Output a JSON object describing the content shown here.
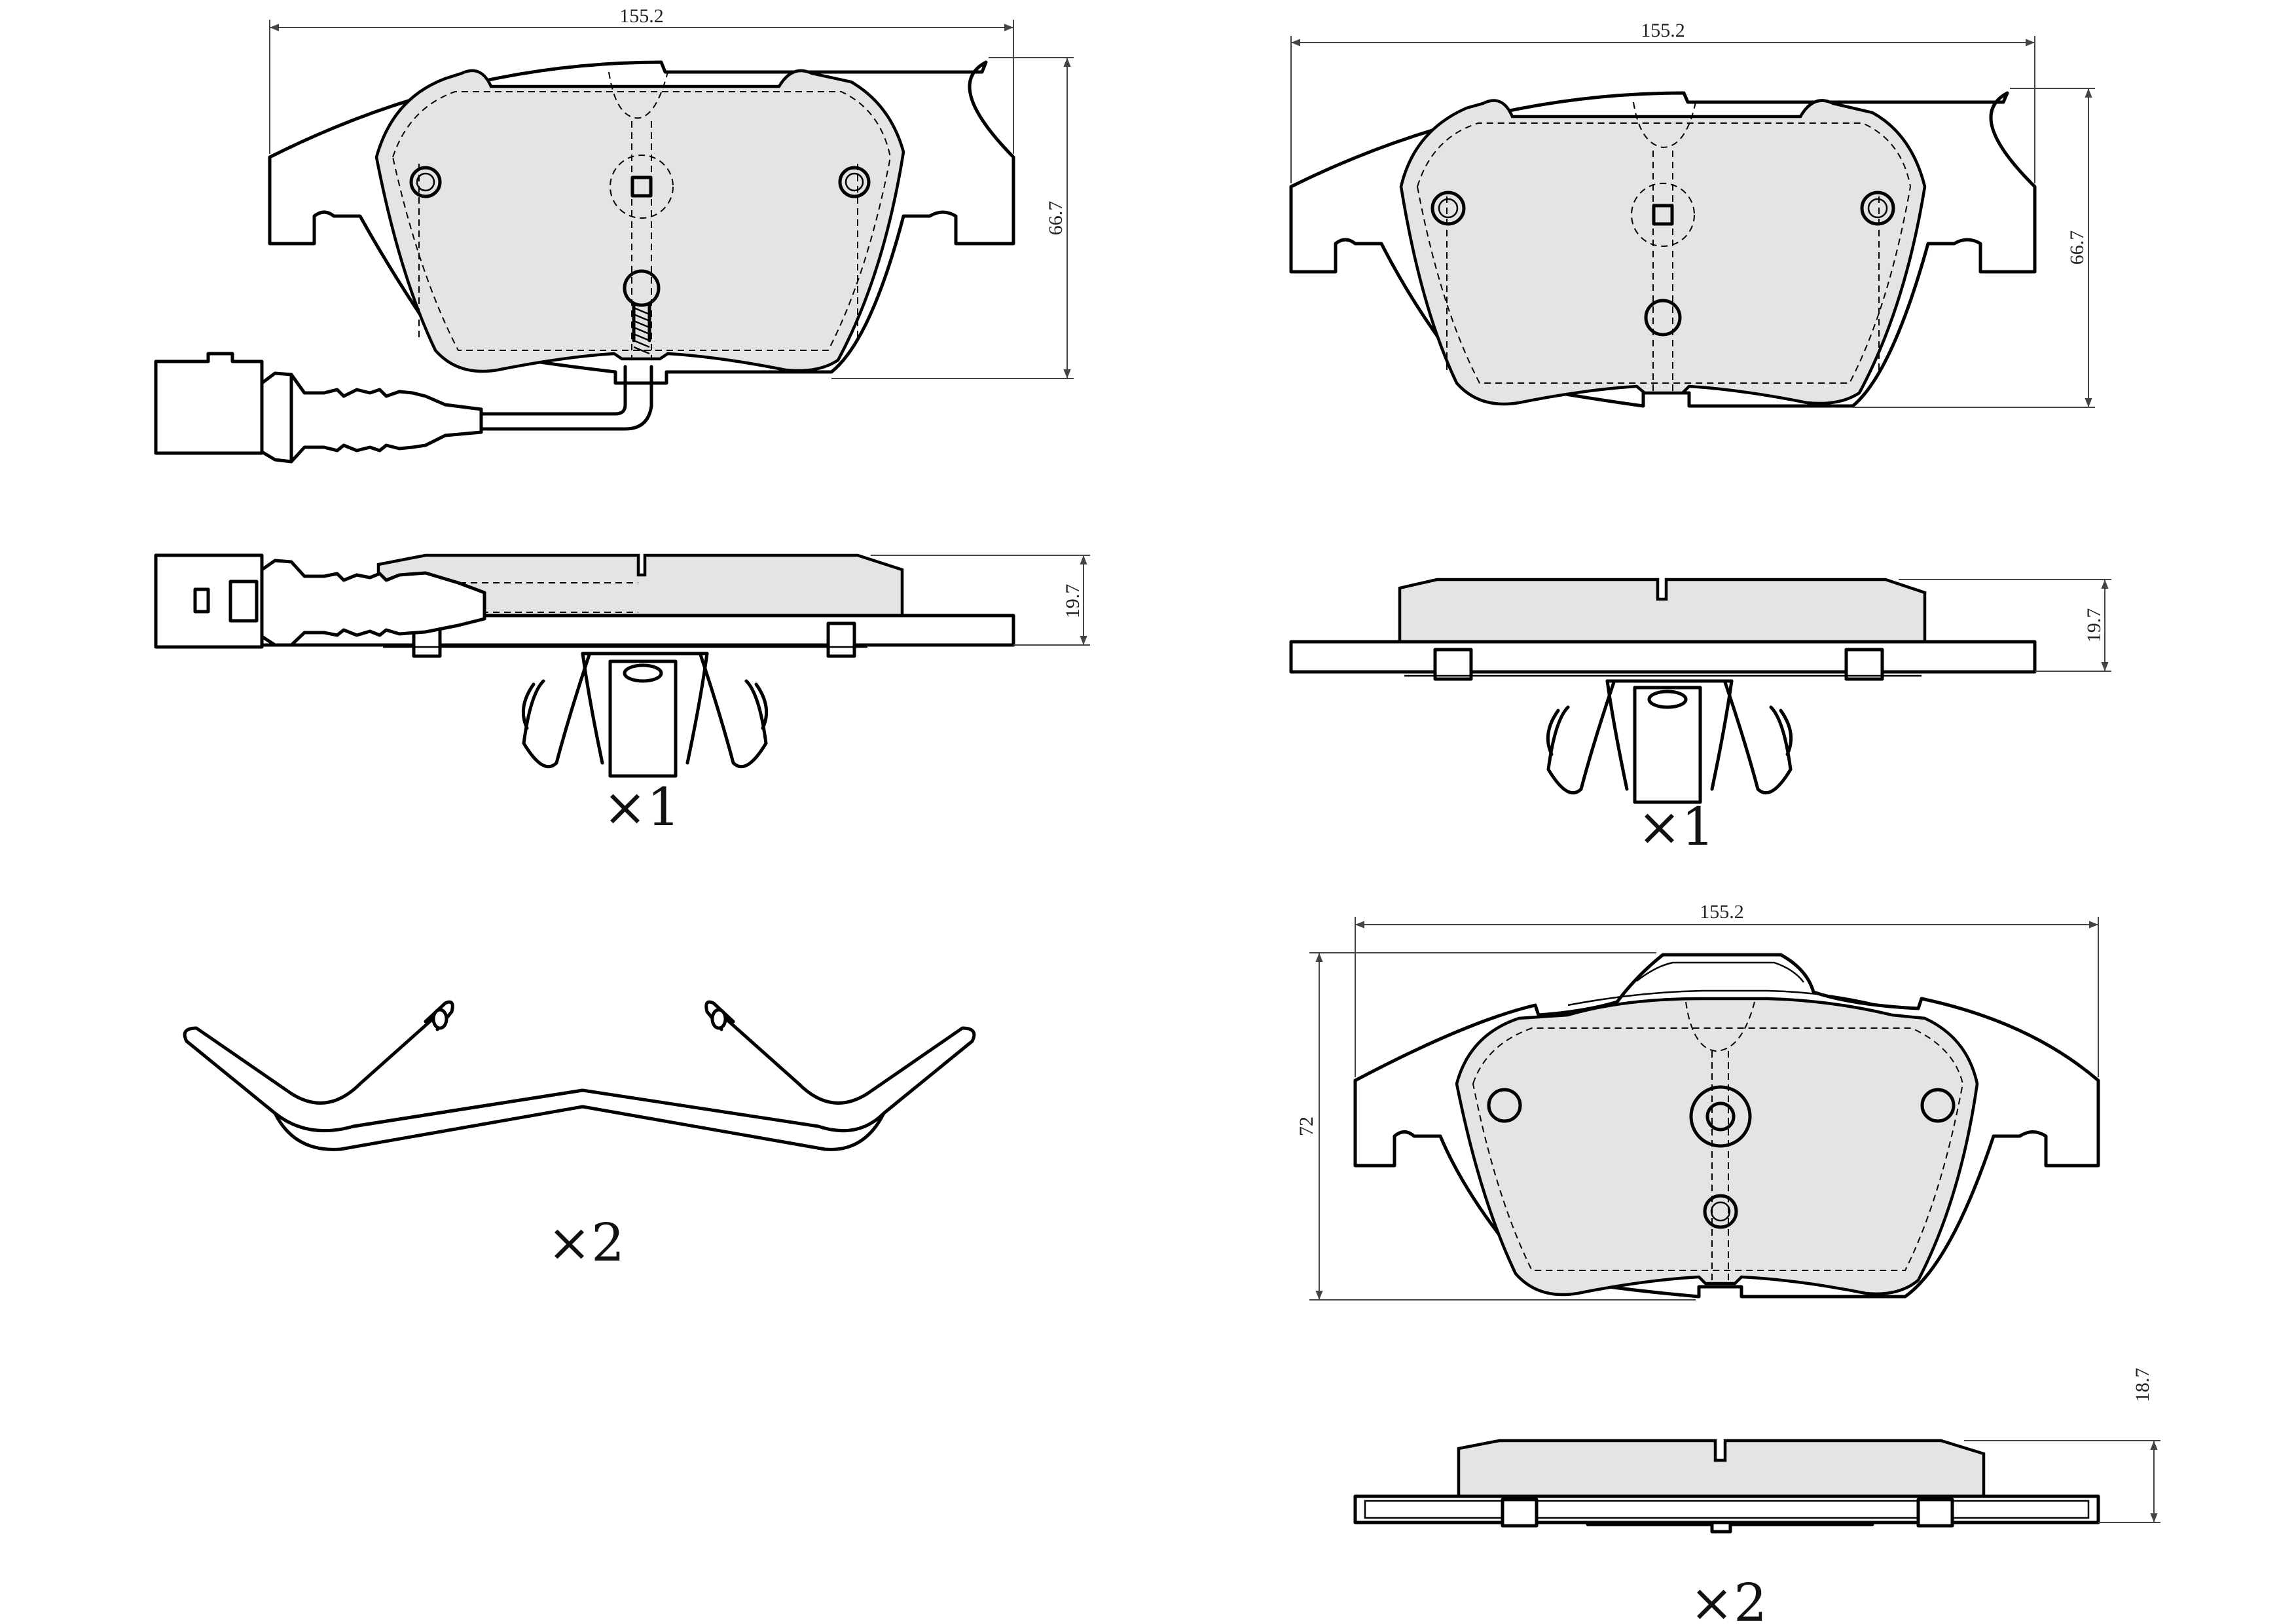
{
  "drawing": {
    "top_left": {
      "width": "155.2",
      "height": "66.7",
      "thickness": "19.7",
      "clip_qty": "×1"
    },
    "top_right": {
      "width": "155.2",
      "height": "66.7",
      "thickness": "19.7",
      "clip_qty": "×1"
    },
    "spring": {
      "qty": "×2"
    },
    "bottom_right": {
      "width": "155.2",
      "height": "72",
      "thickness": "18.7",
      "qty": "×2"
    }
  },
  "colors": {
    "pad_fill": "#e4e4e4",
    "line": "#000000",
    "background": "#ffffff"
  },
  "icons": [
    "wear-sensor-connector-icon",
    "anti-rattle-clip-icon",
    "retaining-spring-icon"
  ]
}
